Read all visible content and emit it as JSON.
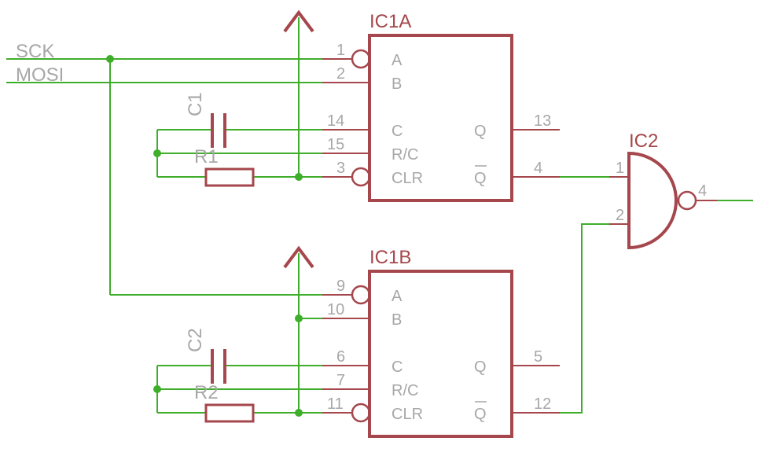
{
  "nets": {
    "sck": "SCK",
    "mosi": "MOSI"
  },
  "components": {
    "c1": "C1",
    "r1": "R1",
    "c2": "C2",
    "r2": "R2"
  },
  "ic1a": {
    "name": "IC1A",
    "inputs": [
      "A",
      "B",
      "C",
      "R/C",
      "CLR"
    ],
    "outputs": [
      "Q",
      "Q"
    ],
    "pins": {
      "a": "1",
      "b": "2",
      "c": "14",
      "rc": "15",
      "clr": "3",
      "q": "13",
      "qbar": "4"
    }
  },
  "ic1b": {
    "name": "IC1B",
    "inputs": [
      "A",
      "B",
      "C",
      "R/C",
      "CLR"
    ],
    "outputs": [
      "Q",
      "Q"
    ],
    "pins": {
      "a": "9",
      "b": "10",
      "c": "6",
      "rc": "7",
      "clr": "11",
      "q": "5",
      "qbar": "12"
    }
  },
  "ic2": {
    "name": "IC2",
    "pins": {
      "in1": "1",
      "in2": "2",
      "out": "4"
    }
  }
}
